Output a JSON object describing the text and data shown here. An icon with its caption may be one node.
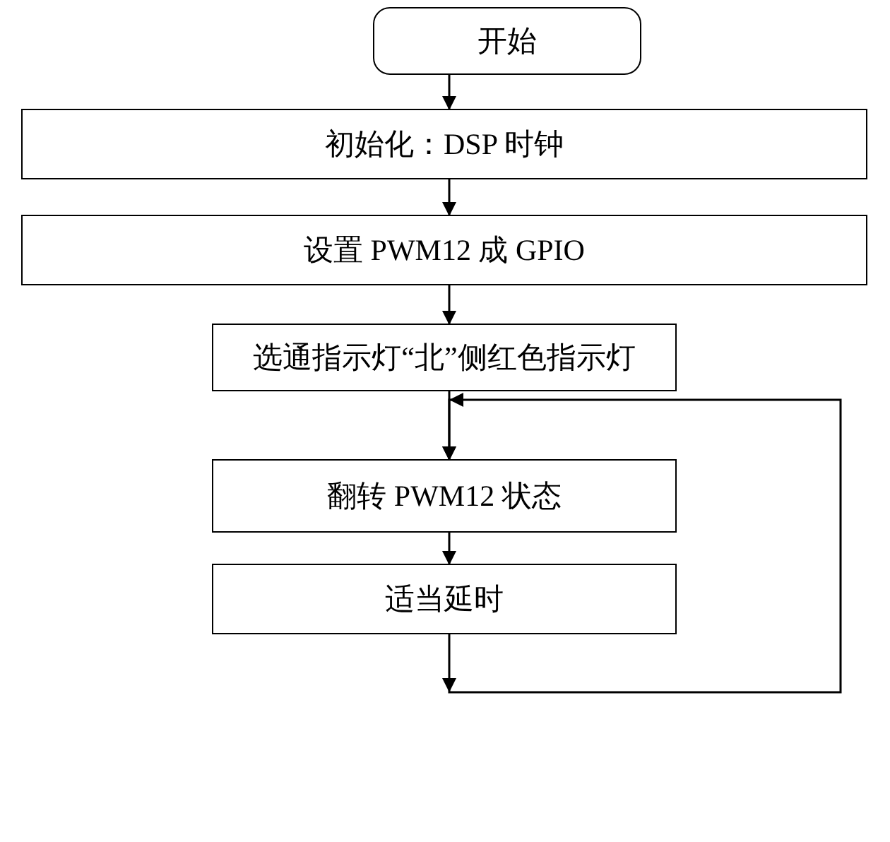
{
  "diagram": {
    "nodes": [
      {
        "text": [
          "开始"
        ]
      },
      {
        "text": [
          "初始化：DSP 时钟"
        ]
      },
      {
        "text": [
          "设置 PWM12 成 GPIO"
        ]
      },
      {
        "text": [
          "选通指示灯“北”侧红色指示灯"
        ]
      },
      {
        "text": [
          "翻转 PWM12 状态"
        ]
      },
      {
        "text": [
          "适当延时"
        ]
      }
    ],
    "edges": [
      {
        "from": 0,
        "to": 1,
        "arrow": "to"
      },
      {
        "from": 1,
        "to": 2,
        "arrow": "to"
      },
      {
        "from": 2,
        "to": 3,
        "arrow": "to"
      },
      {
        "from": 3,
        "to": 4,
        "arrow": "to"
      },
      {
        "from": 4,
        "to": 5,
        "arrow": "to"
      },
      {
        "from": 5,
        "to": 4,
        "arrow": "to"
      }
    ]
  }
}
